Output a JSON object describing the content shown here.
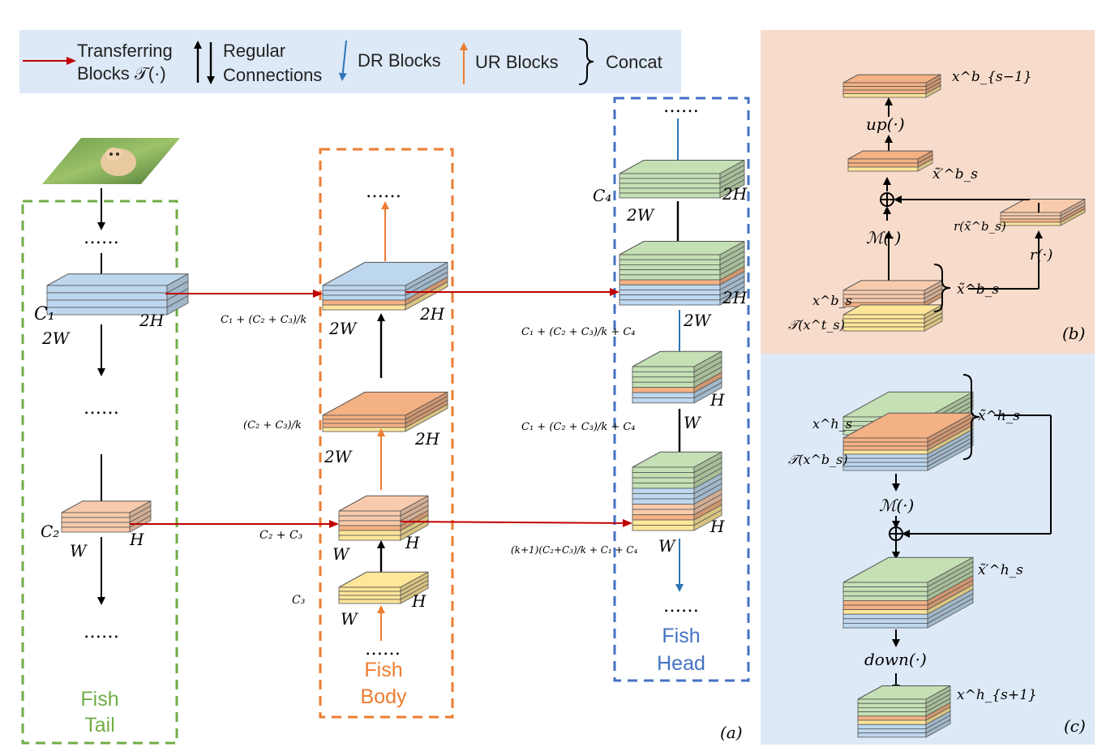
{
  "legend": {
    "transferring_line1": "Transferring",
    "transferring_line2": "Blocks 𝒯(·)",
    "regular_line1": "Regular",
    "regular_line2": "Connections",
    "dr": "DR Blocks",
    "ur": "UR Blocks",
    "concat": "Concat"
  },
  "colors": {
    "transfer_arrow": "#c00000",
    "dr_arrow": "#2e75b6",
    "ur_arrow": "#ed7d31",
    "tail_border": "#70ad47",
    "body_border": "#ed7d31",
    "head_border": "#4472c4",
    "legend_bg": "#dde9f6",
    "panel_b_bg": "#f7dccb",
    "panel_c_bg": "#dde9f6",
    "layer_blue": "#bdd7ee",
    "layer_peach": "#f8cbad",
    "layer_orange": "#f4b183",
    "layer_yellow": "#ffe699",
    "layer_green": "#c5e0b4"
  },
  "tail": {
    "title_line1": "Fish",
    "title_line2": "Tail",
    "dots_top": "……",
    "dots_mid": "……",
    "dots_bottom": "……",
    "c1": "C₁",
    "c1_w": "2W",
    "c1_h": "2H",
    "c2": "C₂",
    "c2_w": "W",
    "c2_h": "H"
  },
  "body": {
    "title_line1": "Fish",
    "title_line2": "Body",
    "dots_top": "……",
    "dots_bottom": "……",
    "top_channel": "C₁ + (C₂ + C₃)/k",
    "top_w": "2W",
    "top_h": "2H",
    "mid_channel": "(C₂ + C₃)/k",
    "mid_w": "2W",
    "mid_h": "2H",
    "small_channel": "C₂ + C₃",
    "small_w": "W",
    "small_h": "H",
    "c3": "C₃",
    "c3_w": "W",
    "c3_h": "H"
  },
  "head": {
    "title_line1": "Fish",
    "title_line2": "Head",
    "dots_top": "……",
    "dots_bottom": "……",
    "c4": "C₄",
    "c4_w": "2W",
    "c4_h": "2H",
    "big_channel": "C₁ + (C₂ + C₃)/k + C₄",
    "big_w": "2W",
    "big_h": "2H",
    "small_channel": "C₁ + (C₂ + C₃)/k + C₄",
    "small_w": "W",
    "small_h": "H",
    "last_channel": "(k+1)(C₂+C₃)/k + C₁ + C₄",
    "last_w": "W",
    "last_h": "H"
  },
  "panel_a_label": "(a)",
  "panel_b": {
    "label": "(b)",
    "top_block": "x^b_{s−1}",
    "up": "up(·)",
    "mid_block": "x̃′^b_s",
    "m": "ℳ(·)",
    "r_block": "r(x̃^b_s)",
    "r": "r(·)",
    "xsb": "x^b_s",
    "t_xst": "𝒯(x^t_s)",
    "concat": "x̃^b_s"
  },
  "panel_c": {
    "label": "(c)",
    "xsh": "x^h_s",
    "t_xsb": "𝒯(x^b_s)",
    "concat": "x̃^h_s",
    "m": "ℳ(·)",
    "mid_block": "x̃′^h_s",
    "down": "down(·)",
    "bottom_block": "x^h_{s+1}"
  }
}
